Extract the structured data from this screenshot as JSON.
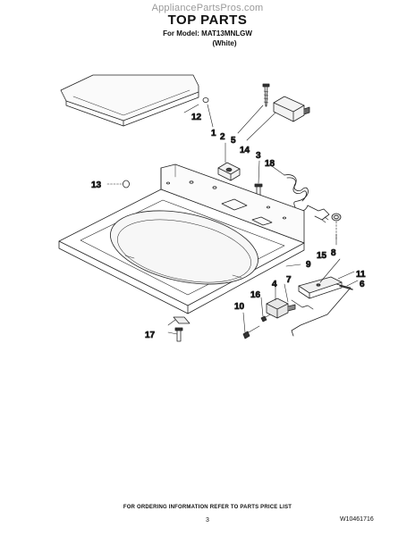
{
  "header": {
    "watermark": "AppliancePartsPros.com",
    "title": "TOP PARTS",
    "model": "For Model: MAT13MNLGW",
    "color": "(White)"
  },
  "callouts": [
    "1",
    "2",
    "3",
    "4",
    "5",
    "6",
    "7",
    "8",
    "9",
    "10",
    "11",
    "12",
    "13",
    "14",
    "15",
    "16",
    "17",
    "18"
  ],
  "footer": {
    "ordering_note": "FOR ORDERING INFORMATION REFER TO PARTS PRICE LIST",
    "page_number": "3",
    "part_code": "W10461716"
  }
}
